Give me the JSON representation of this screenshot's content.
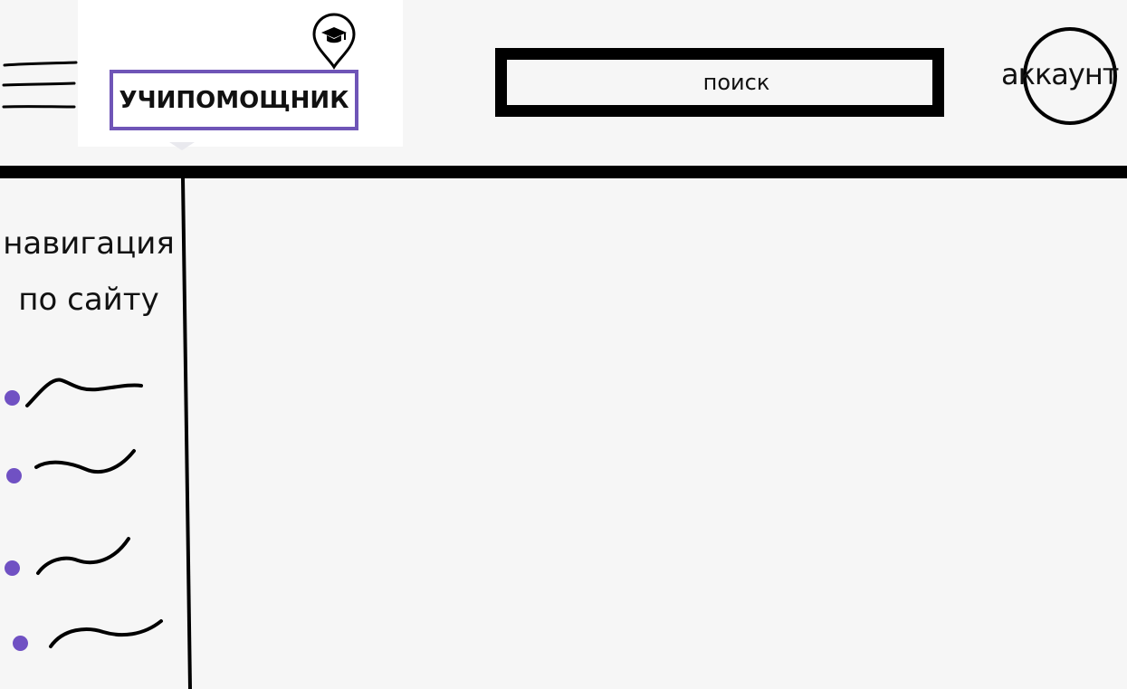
{
  "header": {
    "menu_icon": "hamburger-menu-icon",
    "logo": {
      "text": "УЧИПОМОЩНИК",
      "pin_icon": "graduation-cap-pin-icon",
      "accent_color": "#6f55b7"
    },
    "search": {
      "placeholder": "поиск"
    },
    "account": {
      "label": "аккаунт"
    }
  },
  "sidebar": {
    "title_line1": "навигация",
    "title_line2": "по сайту",
    "bullet_color": "#7051c3",
    "items": [
      {
        "label": ""
      },
      {
        "label": ""
      },
      {
        "label": ""
      },
      {
        "label": ""
      }
    ]
  },
  "colors": {
    "background": "#f6f6f6",
    "lines": "#000000"
  }
}
